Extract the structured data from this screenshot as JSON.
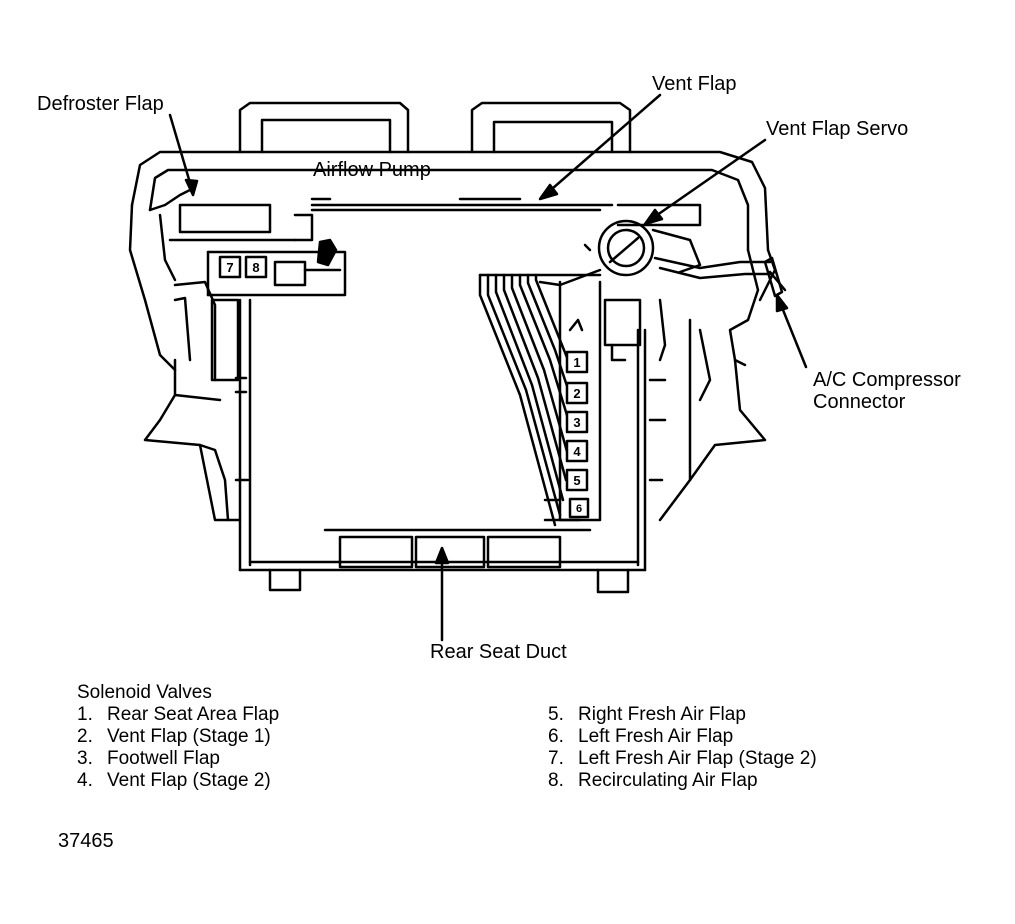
{
  "colors": {
    "ink": "#000000",
    "paper": "#ffffff",
    "shade": "#d9d9d9"
  },
  "labels": {
    "defroster_flap": "Defroster Flap",
    "vent_flap": "Vent Flap",
    "vent_flap_servo": "Vent Flap Servo",
    "airflow_pump": "Airflow Pump",
    "ac_compressor_line1": "A/C Compressor",
    "ac_compressor_line2": "Connector",
    "rear_seat_duct": "Rear Seat Duct"
  },
  "valve_tags": {
    "left": [
      "7",
      "8"
    ],
    "right": [
      "1",
      "2",
      "3",
      "4",
      "5",
      "6"
    ]
  },
  "legend": {
    "title": "Solenoid Valves",
    "left_items": [
      {
        "num": "1.",
        "text": "Rear Seat Area Flap"
      },
      {
        "num": "2.",
        "text": "Vent Flap (Stage 1)"
      },
      {
        "num": "3.",
        "text": "Footwell Flap"
      },
      {
        "num": "4.",
        "text": "Vent Flap (Stage 2)"
      }
    ],
    "right_items": [
      {
        "num": "5.",
        "text": "Right Fresh Air Flap"
      },
      {
        "num": "6.",
        "text": "Left Fresh Air Flap"
      },
      {
        "num": "7.",
        "text": "Left Fresh Air Flap (Stage 2)"
      },
      {
        "num": "8.",
        "text": "Recirculating Air Flap"
      }
    ]
  },
  "figure_number": "37465"
}
